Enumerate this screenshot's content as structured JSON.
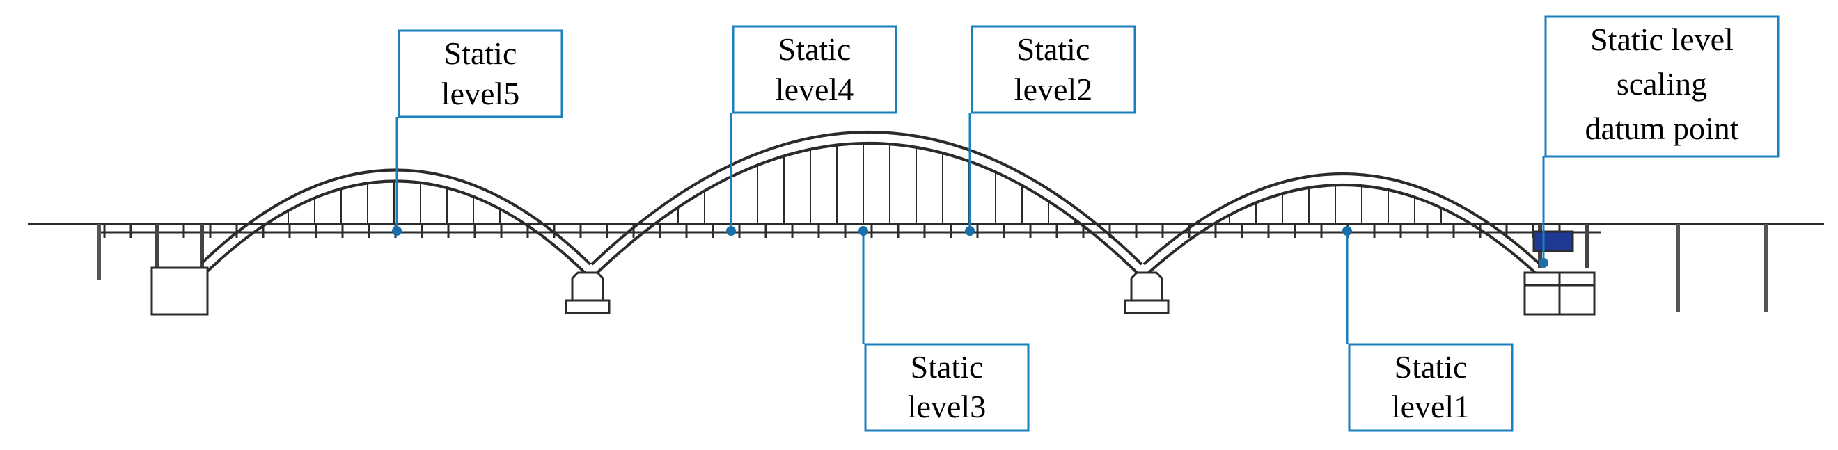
{
  "labels": {
    "level5": [
      "Static",
      "level5"
    ],
    "level4": [
      "Static",
      "level4"
    ],
    "level2": [
      "Static",
      "level2"
    ],
    "level3": [
      "Static",
      "level3"
    ],
    "level1": [
      "Static",
      "level1"
    ],
    "datum": [
      "Static level",
      "scaling",
      "datum point"
    ]
  },
  "colors": {
    "leader": "#1a7fbf",
    "structure": "#2b2b2b",
    "sensor_dot": "#1a6fa8",
    "datum_box": "#1f3a93"
  }
}
